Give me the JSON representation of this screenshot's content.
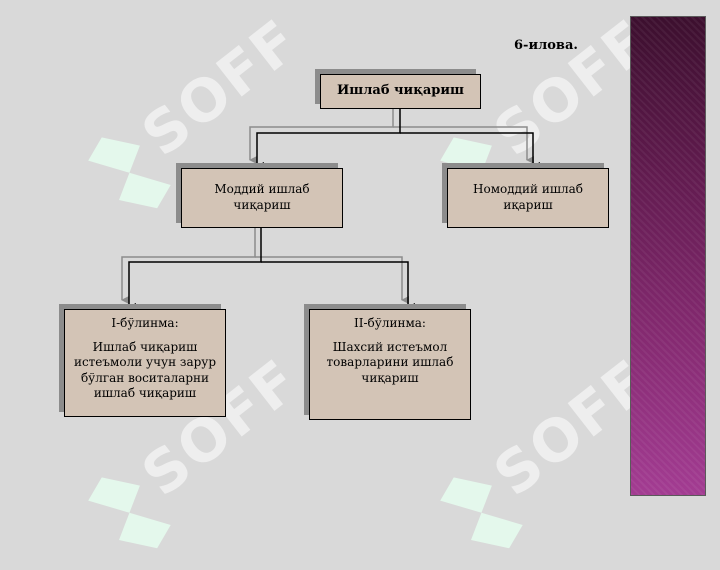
{
  "appendix_label": "6-илова.",
  "watermark": {
    "text": "SOFF"
  },
  "colors": {
    "background": "#d9d9d9",
    "box_fill": "#d3c4b6",
    "box_shadow": "#8c8c8c",
    "side_bar_top": "#3c0f2e",
    "side_bar_bottom": "#a33c92"
  },
  "diagram": {
    "root": {
      "label": "Ишлаб чиқариш"
    },
    "material": {
      "label": "Моддий ишлаб чиқариш"
    },
    "nonmaterial": {
      "label": "Номоддий ишлаб иқариш"
    },
    "division1": {
      "title": "I-бўлинма:",
      "body": "Ишлаб чиқариш истеъмоли учун зарур бўлган воситаларни ишлаб чиқариш"
    },
    "division2": {
      "title": "II-бўлинма:",
      "body": "Шахсий истеъмол товарларини ишлаб чиқариш"
    }
  }
}
